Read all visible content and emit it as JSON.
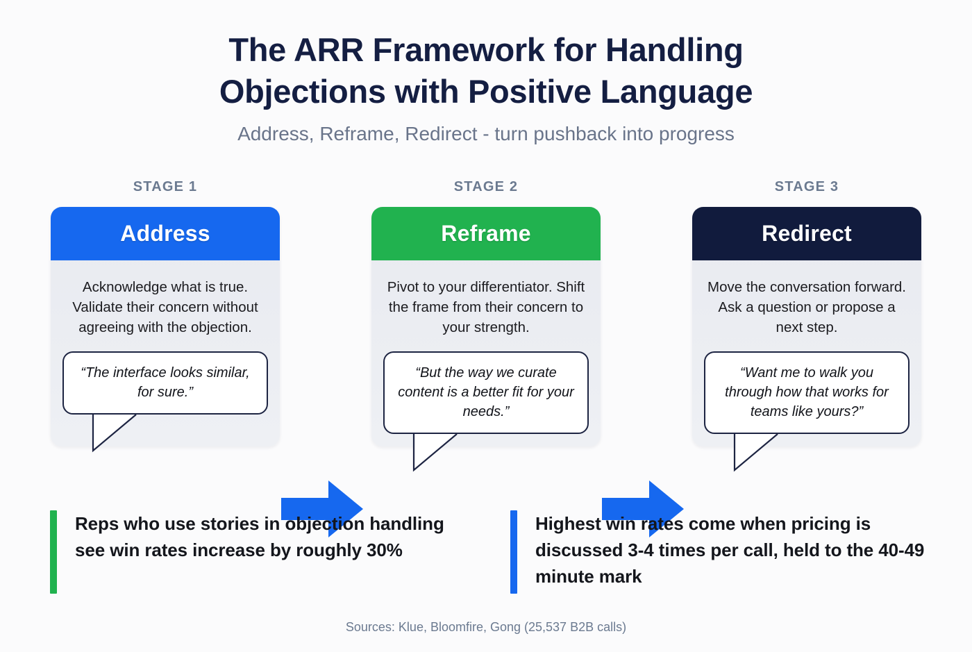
{
  "header": {
    "title_line1": "The ARR Framework for Handling",
    "title_line2": "Objections with Positive Language",
    "subtitle": "Address, Reframe, Redirect - turn pushback into progress"
  },
  "colors": {
    "background": "#fbfbfc",
    "title": "#141e42",
    "subtitle": "#69748a",
    "stage_label": "#6b7a90",
    "blue": "#1668ef",
    "green": "#21b24f",
    "navy": "#111b3d",
    "card_body": "#e8eaf0",
    "bubble_border": "#1d2442",
    "arrow": "#1668ef"
  },
  "stages": [
    {
      "stage_label": "STAGE 1",
      "title": "Address",
      "accent": "#1668ef",
      "description": "Acknowledge what is true. Validate their concern without agreeing with the objection.",
      "quote": "“The interface looks similar, for sure.”"
    },
    {
      "stage_label": "STAGE 2",
      "title": "Reframe",
      "accent": "#21b24f",
      "description": "Pivot to your differentiator. Shift the frame from their concern to your strength.",
      "quote": "“But the way we curate content is a better fit for your needs.”"
    },
    {
      "stage_label": "STAGE 3",
      "title": "Redirect",
      "accent": "#111b3d",
      "description": "Move the conversation forward. Ask a question or propose a next step.",
      "quote": "“Want me to walk you through how that works for teams like yours?”"
    }
  ],
  "connectors": [
    {
      "icon": "arrow-right-icon",
      "color": "#1668ef"
    },
    {
      "icon": "arrow-right-icon",
      "color": "#1668ef"
    }
  ],
  "stats": [
    {
      "accent": "#21b24f",
      "text": "Reps who use stories in objection handling see win rates increase by roughly 30%"
    },
    {
      "accent": "#1668ef",
      "text": "Highest win rates come when pricing is discussed 3-4 times per call, held to the 40-49 minute mark"
    }
  ],
  "footer": {
    "sources": "Sources: Klue, Bloomfire, Gong (25,537 B2B calls)"
  }
}
